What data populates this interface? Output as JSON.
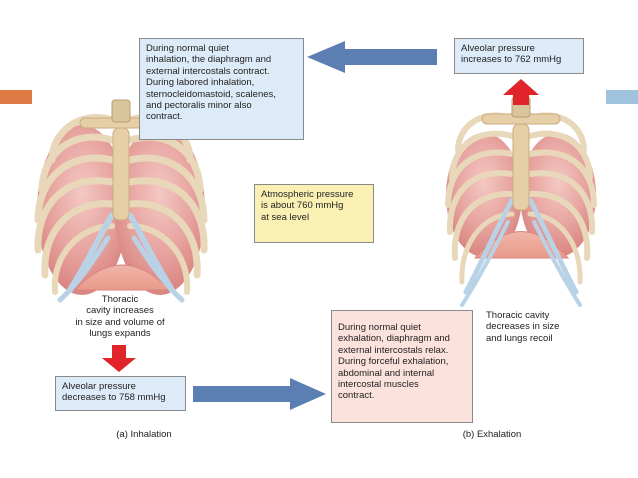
{
  "inhalation_top_box": {
    "lines": [
      "During normal quiet",
      "inhalation, the diaphragm and",
      "external intercostals contract.",
      "During labored inhalation,",
      "sternocleidomastoid, scalenes,",
      "and pectoralis minor also",
      "contract."
    ]
  },
  "alveolar_exhale_box": {
    "lines": [
      "Alveolar pressure",
      "increases to 762 mmHg"
    ]
  },
  "atmospheric_box": {
    "lines": [
      "Atmospheric pressure",
      "is about 760 mmHg",
      "at sea level"
    ]
  },
  "thoracic_inhale_caption": {
    "lines": [
      "Thoracic",
      "cavity increases",
      "in size and volume of",
      "lungs expands"
    ]
  },
  "thoracic_exhale_caption": {
    "lines": [
      "Thoracic cavity",
      "decreases in size",
      "and lungs recoil"
    ]
  },
  "alveolar_inhale_box": {
    "lines": [
      "Alveolar pressure",
      "decreases to 758 mmHg"
    ]
  },
  "exhalation_box": {
    "lines": [
      "During normal quiet",
      "exhalation, diaphragm and",
      "external intercostals relax.",
      "During forceful exhalation,",
      "abdominal and internal",
      "intercostal muscles",
      "contract."
    ]
  },
  "labels": {
    "inhalation": "(a) Inhalation",
    "exhalation": "(b) Exhalation"
  },
  "colors": {
    "accent_orange": "#e07a45",
    "accent_blue": "#9fc3dc",
    "flow_arrow": "#5b7eb3",
    "pressure_arrow": "#e0242a",
    "rib": "#e9d7b9",
    "cartilage": "#b9d2e6",
    "lung": "#e8a0a0"
  }
}
